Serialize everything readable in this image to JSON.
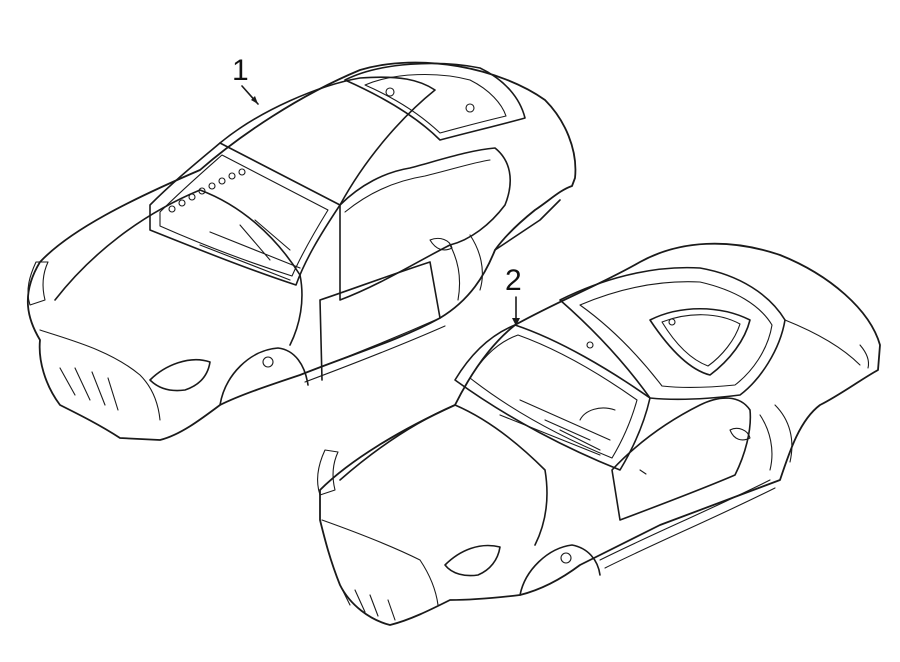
{
  "callouts": [
    {
      "id": "1",
      "label": "1"
    },
    {
      "id": "2",
      "label": "2"
    }
  ],
  "colors": {
    "line": "#1a1a1a",
    "background": "#ffffff"
  }
}
